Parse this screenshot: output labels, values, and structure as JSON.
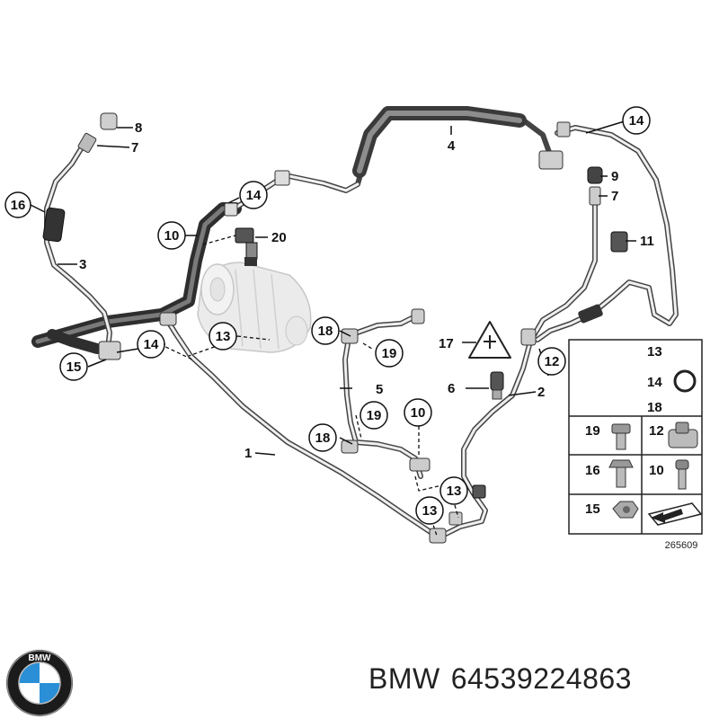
{
  "callouts": {
    "c1": "1",
    "c2": "2",
    "c3": "3",
    "c4": "4",
    "c5": "5",
    "c6": "6",
    "c7a": "7",
    "c7b": "7",
    "c8": "8",
    "c9": "9",
    "c10a": "10",
    "c10b": "10",
    "c11": "11",
    "c12": "12",
    "c13a": "13",
    "c13b": "13",
    "c13c": "13",
    "c14a": "14",
    "c14b": "14",
    "c14c": "14",
    "c15": "15",
    "c16": "16",
    "c17": "17",
    "c18a": "18",
    "c18b": "18",
    "c19a": "19",
    "c19b": "19",
    "c20": "20"
  },
  "legend": {
    "r1": "13",
    "r2": "14",
    "r3": "18",
    "r4a": "19",
    "r4b": "12",
    "r5a": "16",
    "r5b": "10",
    "r6": "15"
  },
  "diagram_id": "265609",
  "logo": {
    "brand_text": "BMW"
  },
  "caption": {
    "brand": "BMW",
    "part_number": "64539224863"
  }
}
